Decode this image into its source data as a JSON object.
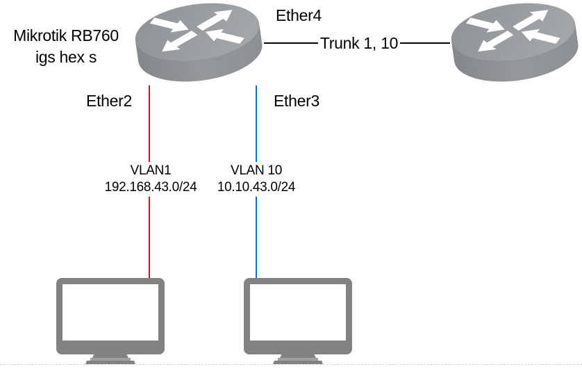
{
  "diagram": {
    "router_left": {
      "label_line1": "Mikrotik RB760",
      "label_line2": "igs hex s"
    },
    "router_right": {},
    "ports": {
      "ether2": "Ether2",
      "ether3": "Ether3",
      "ether4": "Ether4"
    },
    "trunk": {
      "label": "Trunk 1, 10",
      "color": "#000000"
    },
    "vlan1": {
      "name": "VLAN1",
      "subnet": "192.168.43.0/24",
      "color": "#ff0000"
    },
    "vlan10": {
      "name": "VLAN 10",
      "subnet": "10.10.43.0/24",
      "color": "#0078d7"
    },
    "icons": {
      "router": "router-icon",
      "monitor": "monitor-icon"
    },
    "colors": {
      "device_top": "#9a9da0",
      "device_side": "#8f9193",
      "monitor_body": "#828282",
      "page_border": "#d2d2d2",
      "background": "#ffffff"
    }
  }
}
